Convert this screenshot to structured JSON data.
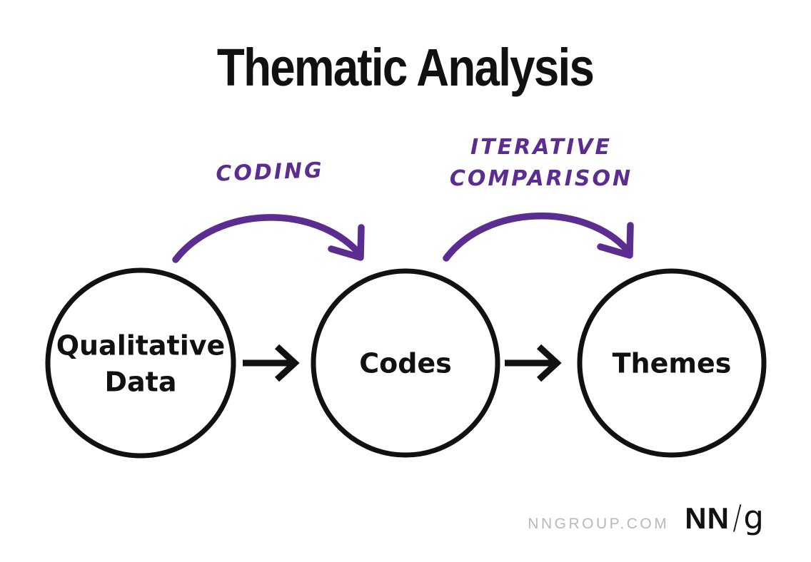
{
  "title": "Thematic Analysis",
  "annotations": {
    "coding": "CODING",
    "iterative_comparison_line1": "ITERATIVE",
    "iterative_comparison_line2": "COMPARISON"
  },
  "nodes": [
    {
      "label": "Qualitative Data"
    },
    {
      "label": "Codes"
    },
    {
      "label": "Themes"
    }
  ],
  "flow": [
    {
      "from": "Qualitative Data",
      "to": "Codes",
      "annotation": "CODING"
    },
    {
      "from": "Codes",
      "to": "Themes",
      "annotation": "ITERATIVE COMPARISON"
    }
  ],
  "footer": {
    "website": "NNGROUP.COM",
    "logo": {
      "nn": "NN",
      "slash": "/",
      "g": "g"
    }
  },
  "colors": {
    "annotation_purple": "#5b2d91",
    "diagram_black": "#111111",
    "footer_gray": "#b9b9b9",
    "background": "#ffffff"
  }
}
